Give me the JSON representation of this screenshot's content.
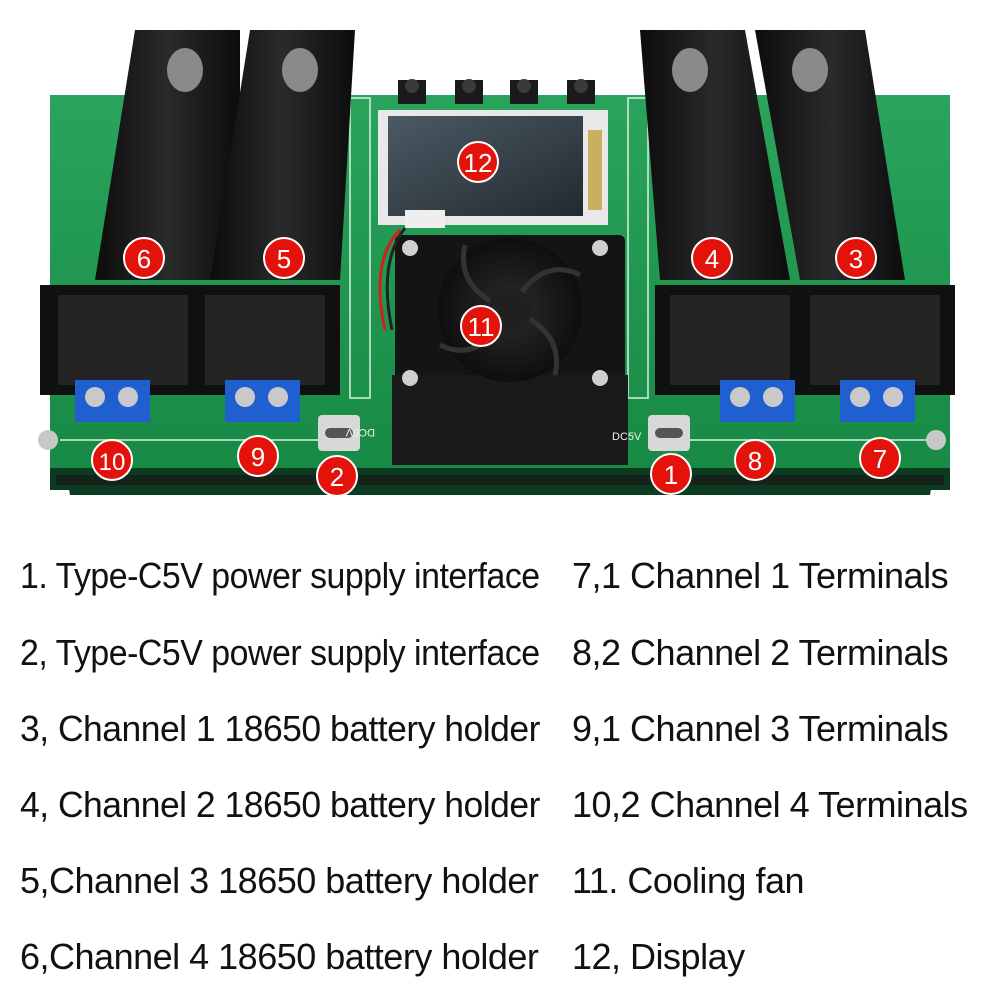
{
  "callouts": {
    "c1": "1",
    "c2": "2",
    "c3": "3",
    "c4": "4",
    "c5": "5",
    "c6": "6",
    "c7": "7",
    "c8": "8",
    "c9": "9",
    "c10": "10",
    "c11": "11",
    "c12": "12"
  },
  "board_markings": {
    "dc5v_left": "DC5V",
    "dc5v_right": "DC5V"
  },
  "legend": {
    "left": [
      "1. Type-C5V power supply interface",
      "2, Type-C5V power supply interface",
      "3, Channel 1 18650 battery holder",
      "4, Channel 2  18650 battery holder",
      "5,Channel 3 18650 battery holder",
      "6,Channel 4  18650 battery holder"
    ],
    "right": [
      "7,1 Channel  1 Terminals",
      "8,2 Channel 2  Terminals",
      "9,1 Channel 3 Terminals",
      "10,2 Channel 4 Terminals",
      "11. Cooling fan",
      "12, Display"
    ]
  },
  "colors": {
    "pcb": "#1f9a52",
    "holder": "#151515",
    "terminal": "#1f5fd0",
    "callout": "#e3120b",
    "callout_ring": "#ffffff"
  }
}
